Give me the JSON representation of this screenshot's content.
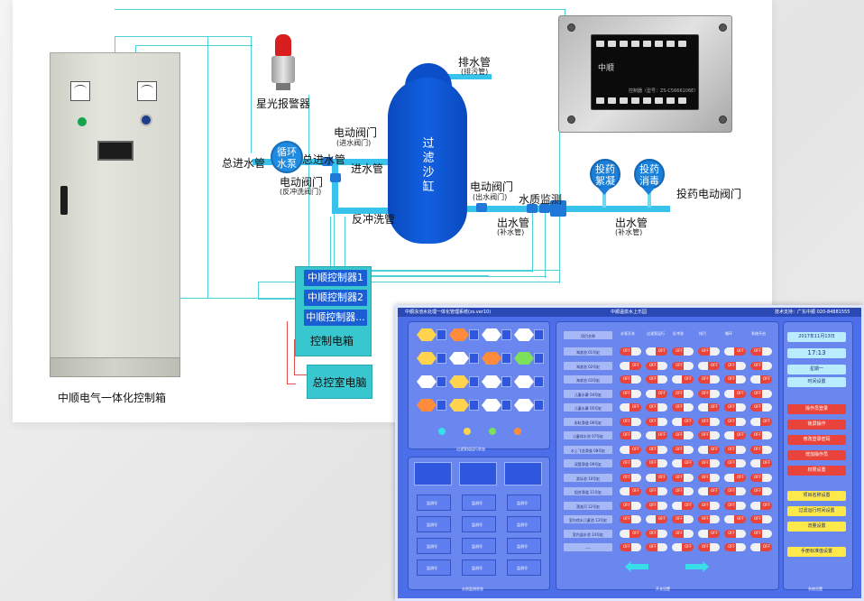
{
  "diagram": {
    "cabinet_label": "中顺电气一体化控制箱",
    "alarm_label": "星光报警器",
    "drain_pipe": "排水管",
    "drain_pipe_sub": "(排污管)",
    "electric_valve_in": "电动阀门",
    "electric_valve_in_sub": "(进水阀门)",
    "main_inlet_pipe_left": "总进水管",
    "main_inlet_pipe_right": "总进水管",
    "pump_label": "循环水泵",
    "electric_valve_back": "电动阀门",
    "electric_valve_back_sub": "(反冲洗阀门)",
    "inlet_pipe": "进水管",
    "backwash_pipe": "反冲洗管",
    "tank_label": "过滤沙缸",
    "electric_valve_out": "电动阀门",
    "electric_valve_out_sub": "(出水阀门)",
    "water_quality": "水质监测",
    "outlet_pipe_1": "出水管",
    "outlet_pipe_1_sub": "(补水管)",
    "dose_flocculant": "投药絮凝",
    "dose_disinfect": "投药消毒",
    "dosing_valve": "投药电动阀门",
    "outlet_pipe_2": "出水管",
    "outlet_pipe_2_sub": "(补水管)",
    "controllers": [
      "中顺控制器1",
      "中顺控制器2",
      "中顺控制器..."
    ],
    "control_box_label": "控制电箱",
    "master_pc": "总控室电脑"
  },
  "meter": {
    "brand": "中顺",
    "model": "控制器（型号：ZS-C5666106E）"
  },
  "hmi": {
    "title_left": "中顺泳池水处理一体化管理系统(zs.ver10)",
    "title_center": "中顺温泉水上乐园",
    "title_right": "技术支持：广东中顺 020-84881555",
    "pool_header": "项目名称",
    "column_headers": [
      "水泵开关",
      "过滤泵运行",
      "反冲洗",
      "排污",
      "循环",
      "系统开启"
    ],
    "pools": [
      "海浪池 01号缸",
      "海浪池 02号缸",
      "海浪池 03号缸",
      "儿童水寨 04号缸",
      "儿童水寨 05号缸",
      "彩虹滑道 06号缸",
      "儿童戏水池 07号缸",
      "水上飞龙滑道 08号缸",
      "双管滑道 09号缸",
      "游泳池 10号缸",
      "组合滑道 11号缸",
      "漂流河 12号缸",
      "室内戏水儿童池 13号缸",
      "室内温水池 14号缸",
      "----"
    ],
    "switch_state": "OFF",
    "date": "2017年11月13日",
    "time": "17:13",
    "weekday": "星期一",
    "time_settings": "时间设置",
    "user_buttons": [
      "操作员登录",
      "锁屏操作",
      "修改登录密码",
      "增加操作员",
      "权限设置"
    ],
    "setting_buttons": [
      "项目名称设置",
      "过滤运行时间设置",
      "流量设置"
    ],
    "manual_button": "手册标准值设置",
    "bottom_left_caption": "过滤泵组运行状态",
    "bottom_mid_caption": "水质监测状态",
    "bottom_center_caption": "开关设置",
    "bottom_right_caption": "系统设置",
    "monitor_cell": "监测号"
  }
}
